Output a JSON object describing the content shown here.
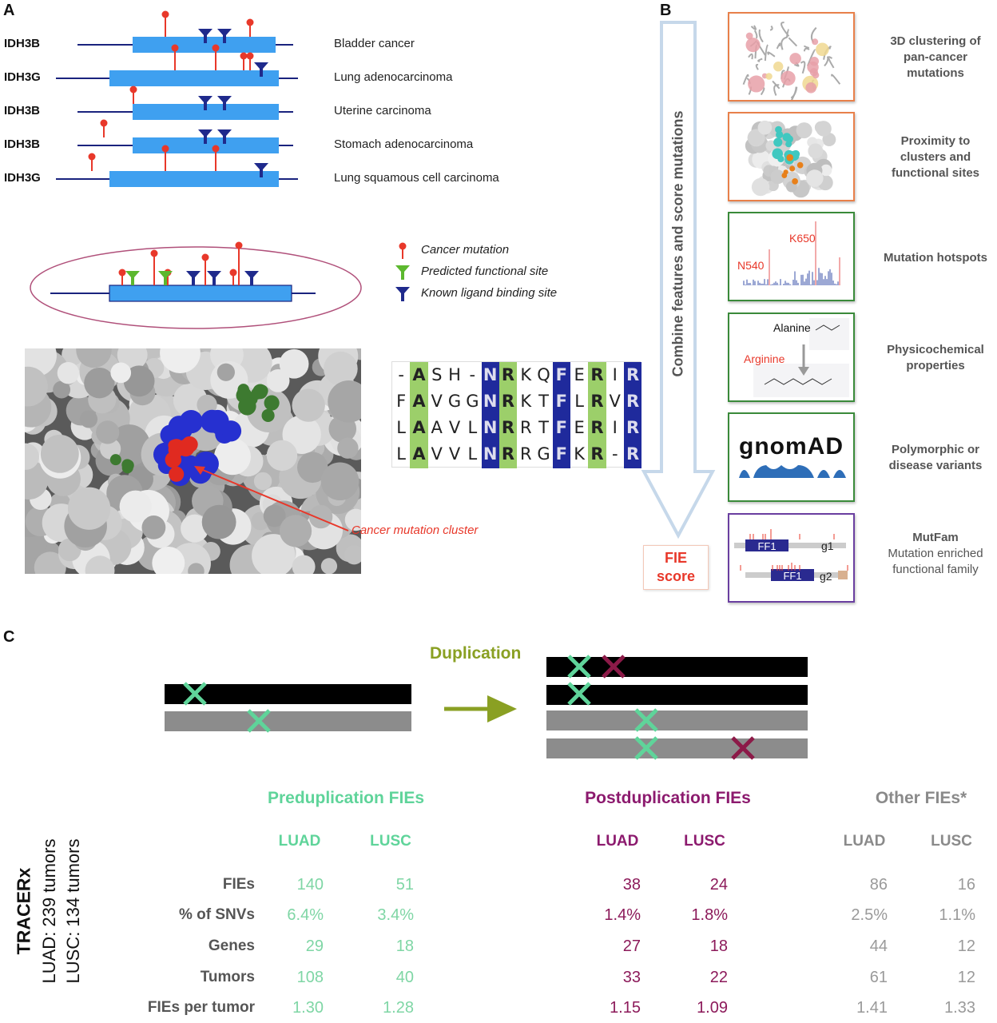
{
  "panels": {
    "a": "A",
    "b": "B",
    "c": "C"
  },
  "panel_a": {
    "rows": [
      {
        "gene": "IDH3B",
        "cancer": "Bladder cancer"
      },
      {
        "gene": "IDH3G",
        "cancer": "Lung adenocarcinoma"
      },
      {
        "gene": "IDH3B",
        "cancer": "Uterine carcinoma"
      },
      {
        "gene": "IDH3B",
        "cancer": "Stomach adenocarcinoma"
      },
      {
        "gene": "IDH3G",
        "cancer": "Lung squamous cell carcinoma"
      }
    ],
    "legend": [
      {
        "label": "Cancer mutation",
        "icon": "red-lollipop-icon",
        "color": "#e8382a"
      },
      {
        "label": "Predicted functional site",
        "icon": "green-funnel-icon",
        "color": "#5cb82e"
      },
      {
        "label": "Known ligand binding site",
        "icon": "blue-funnel-icon",
        "color": "#1f2a8c"
      }
    ],
    "cluster_label": "Cancer mutation cluster",
    "alignment": [
      [
        "-",
        "A",
        "S",
        "H",
        "-",
        "N",
        "R",
        "K",
        "Q",
        "F",
        "E",
        "R",
        "I",
        "R"
      ],
      [
        "F",
        "A",
        "V",
        "G",
        "G",
        "N",
        "R",
        "K",
        "T",
        "F",
        "L",
        "R",
        "V",
        "R"
      ],
      [
        "L",
        "A",
        "A",
        "V",
        "L",
        "N",
        "R",
        "R",
        "T",
        "F",
        "E",
        "R",
        "I",
        "R"
      ],
      [
        "L",
        "A",
        "V",
        "V",
        "L",
        "N",
        "R",
        "R",
        "G",
        "F",
        "K",
        "R",
        "-",
        "R"
      ]
    ],
    "colors": {
      "box": "#3fa0f0",
      "line": "#1a237e",
      "green_col": "#9ccf6a",
      "blue_col": "#1f2a9c"
    }
  },
  "panel_b": {
    "arrow_text": "Combine features and score mutations",
    "fie_score": {
      "line1": "FIE",
      "line2": "score"
    },
    "features": [
      {
        "label": [
          "3D clustering of",
          "pan-cancer",
          "mutations"
        ],
        "border": "#e8804a"
      },
      {
        "label": [
          "Proximity to",
          "clusters and",
          "functional sites"
        ],
        "border": "#e8804a"
      },
      {
        "label": [
          "Mutation hotspots"
        ],
        "border": "#3a8a3a",
        "hotspots": [
          "N540",
          "K650"
        ]
      },
      {
        "label": [
          "Physicochemical",
          "properties"
        ],
        "border": "#3a8a3a",
        "from": "Alanine",
        "to": "Arginine"
      },
      {
        "label": [
          "Polymorphic or",
          "disease variants"
        ],
        "border": "#3a8a3a",
        "logo": "gnomAD"
      },
      {
        "label": [
          "MutFam"
        ],
        "sublabel": [
          "Mutation enriched",
          "functional family"
        ],
        "border": "#6a3fa0",
        "domain": "FF1",
        "genes": [
          "g1",
          "g2"
        ]
      }
    ]
  },
  "panel_c": {
    "duplication_label": "Duplication",
    "side_label": {
      "title": "TRACERx",
      "line1": "LUAD: 239 tumors",
      "line2": "LUSC: 134 tumors"
    },
    "groups": [
      {
        "title": "Preduplication FIEs",
        "color": "#5fd49a",
        "value_color": "#7fd6a5",
        "cols": [
          "LUAD",
          "LUSC"
        ]
      },
      {
        "title": "Postduplication FIEs",
        "color": "#8c1a6e",
        "value_color": "#8c1a5a",
        "cols": [
          "LUAD",
          "LUSC"
        ]
      },
      {
        "title": "Other FIEs*",
        "color": "#8a8a8a",
        "value_color": "#9a9a9a",
        "cols": [
          "LUAD",
          "LUSC"
        ]
      }
    ],
    "rows": [
      {
        "label": "FIEs",
        "values": [
          "140",
          "51",
          "38",
          "24",
          "86",
          "16"
        ]
      },
      {
        "label": "% of SNVs",
        "values": [
          "6.4%",
          "3.4%",
          "1.4%",
          "1.8%",
          "2.5%",
          "1.1%"
        ]
      },
      {
        "label": "Genes",
        "values": [
          "29",
          "18",
          "27",
          "18",
          "44",
          "12"
        ]
      },
      {
        "label": "Tumors",
        "values": [
          "108",
          "40",
          "33",
          "22",
          "61",
          "12"
        ]
      },
      {
        "label": "FIEs per tumor",
        "values": [
          "1.30",
          "1.28",
          "1.15",
          "1.09",
          "1.41",
          "1.33"
        ]
      }
    ]
  }
}
